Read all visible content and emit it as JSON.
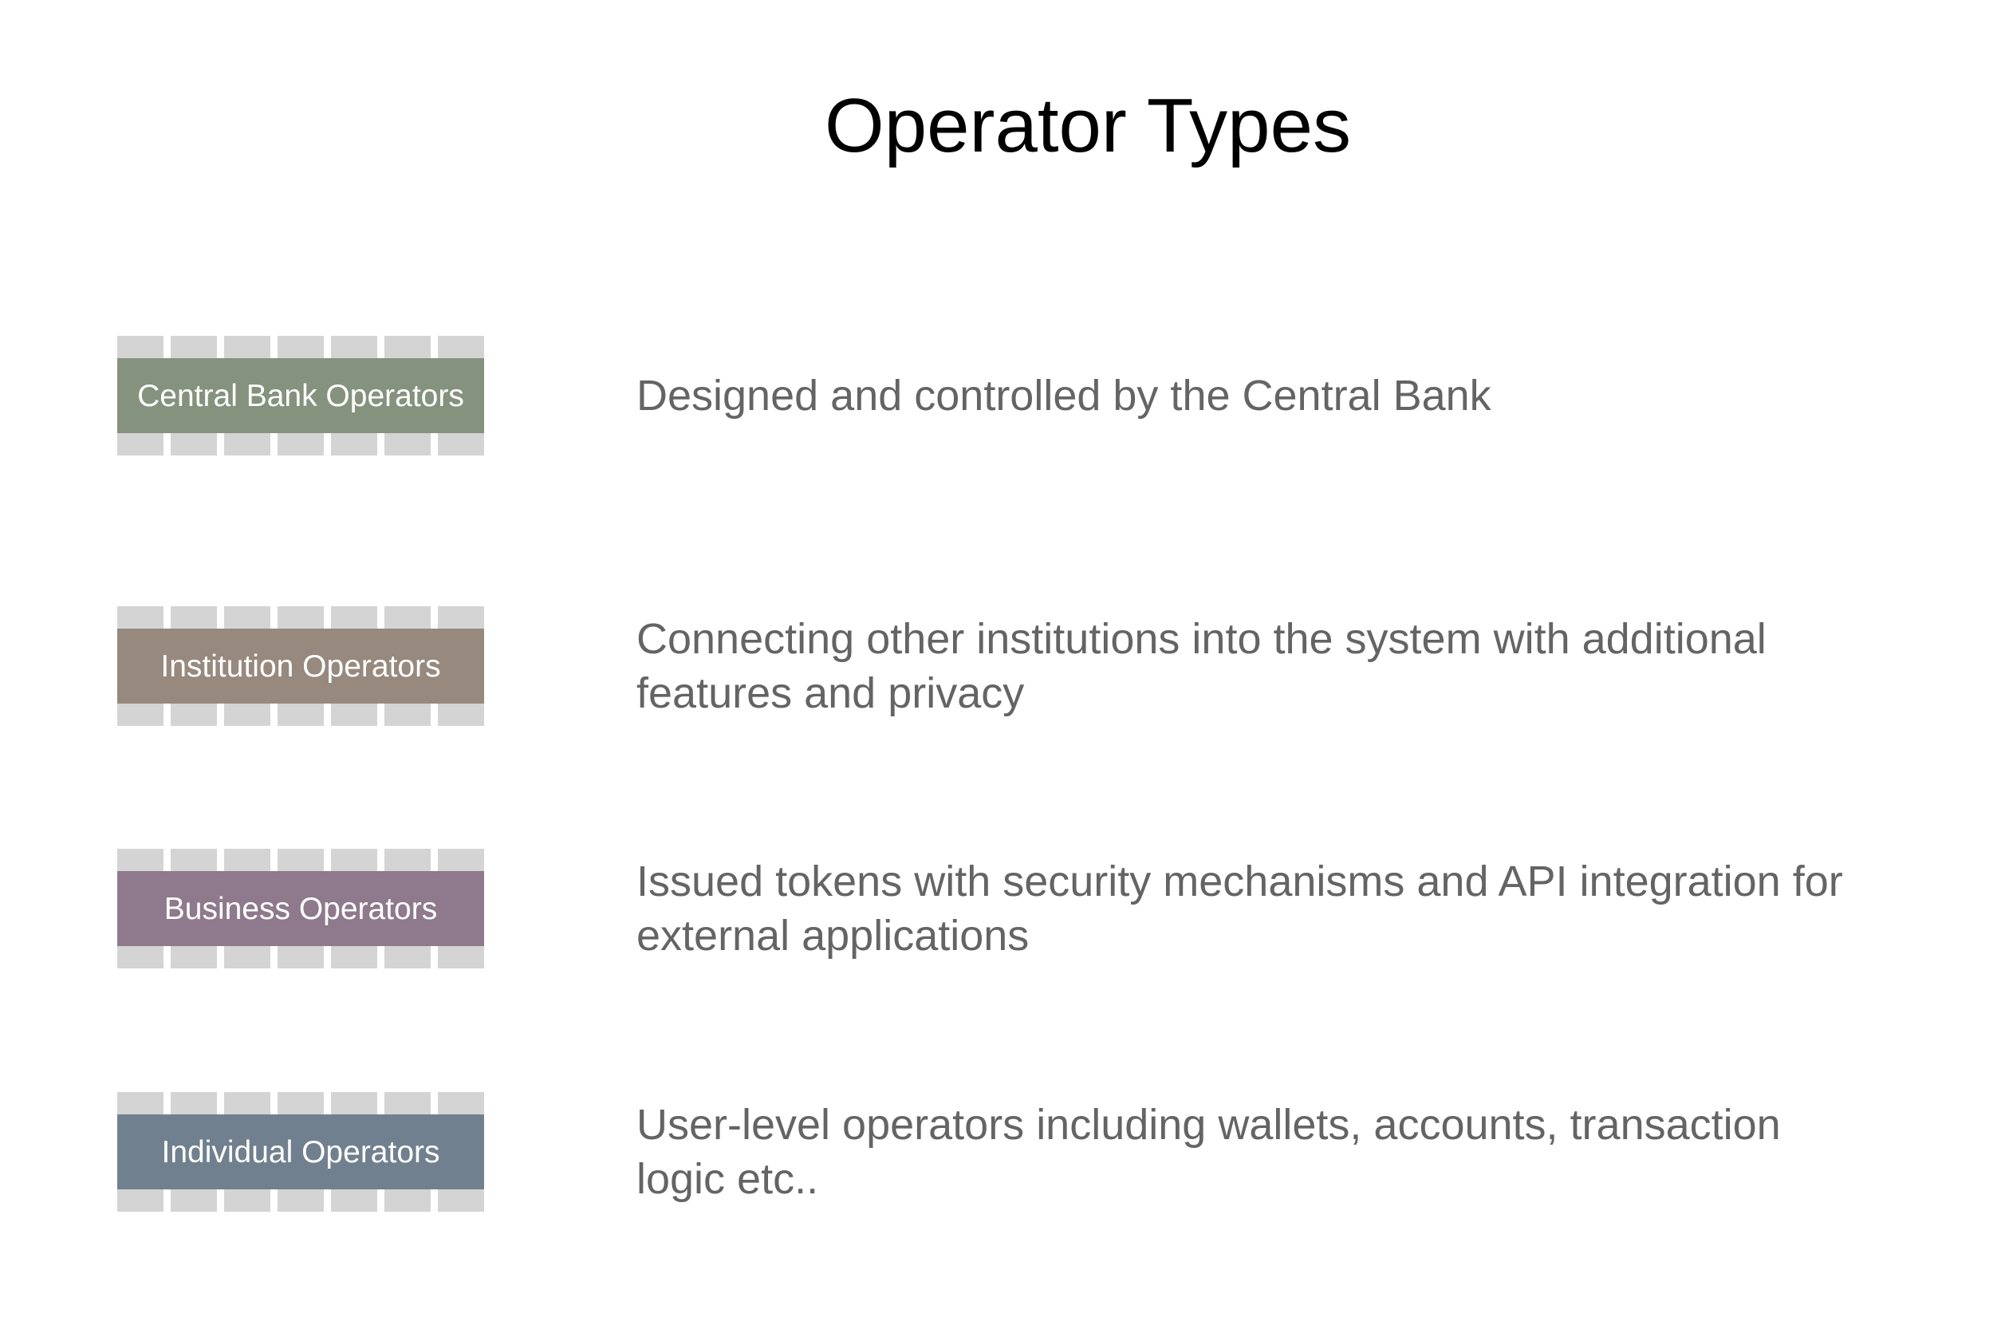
{
  "title": "Operator Types",
  "colors": {
    "background": "#ffffff",
    "title_text": "#000000",
    "description_text": "#646464",
    "chip_label_text": "#ffffff",
    "pin": "#d4d4d4"
  },
  "chip": {
    "pins_per_side": 7
  },
  "operators": [
    {
      "label": "Central Bank Operators",
      "chip_color": "#85927e",
      "description": "Designed and controlled by the Central Bank"
    },
    {
      "label": "Institution Operators",
      "chip_color": "#97897e",
      "description": "Connecting other institutions into the system with additional features and privacy"
    },
    {
      "label": "Business Operators",
      "chip_color": "#8e7a8c",
      "description": "Issued tokens with security mechanisms and API integration for external applications"
    },
    {
      "label": "Individual Operators",
      "chip_color": "#70808e",
      "description": "User-level operators including wallets, accounts, transaction logic etc.."
    }
  ]
}
